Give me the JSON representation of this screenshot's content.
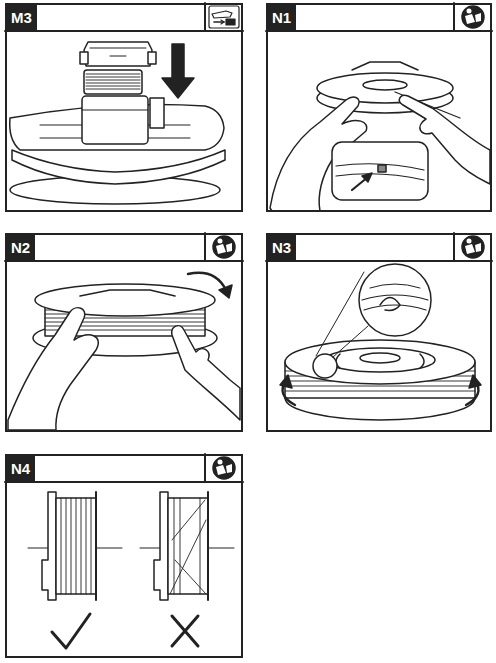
{
  "diagram": {
    "nodes": [
      {
        "text": [
          "M3"
        ]
      },
      {
        "text": [
          "N1"
        ]
      },
      {
        "text": [
          "N2"
        ]
      },
      {
        "text": [
          "N3"
        ]
      },
      {
        "text": [
          "N4"
        ]
      }
    ]
  }
}
